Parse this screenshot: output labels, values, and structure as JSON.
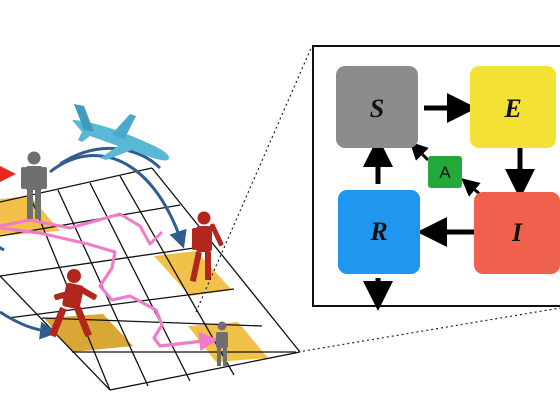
{
  "diagram": {
    "compartments": [
      {
        "id": "S",
        "label": "S",
        "color": "#8c8c8c"
      },
      {
        "id": "E",
        "label": "E",
        "color": "#f3e233"
      },
      {
        "id": "I",
        "label": "I",
        "color": "#f0614d"
      },
      {
        "id": "R",
        "label": "R",
        "color": "#1f97f0"
      },
      {
        "id": "A",
        "label": "A",
        "color": "#25a83a"
      }
    ],
    "colors": {
      "grid_highlight": "#f2c14a",
      "grid_highlight_dark": "#d9a735",
      "path": "#f07cc8",
      "flight_arc": "#2f5d8f",
      "person_gray": "#6f6f6f",
      "person_red": "#b3261e",
      "airplane": "#5ab8d6",
      "arrow_accent": "#e8281e"
    },
    "icons": [
      "airplane-icon",
      "person-icon",
      "movement-path",
      "zoom-lines"
    ]
  }
}
